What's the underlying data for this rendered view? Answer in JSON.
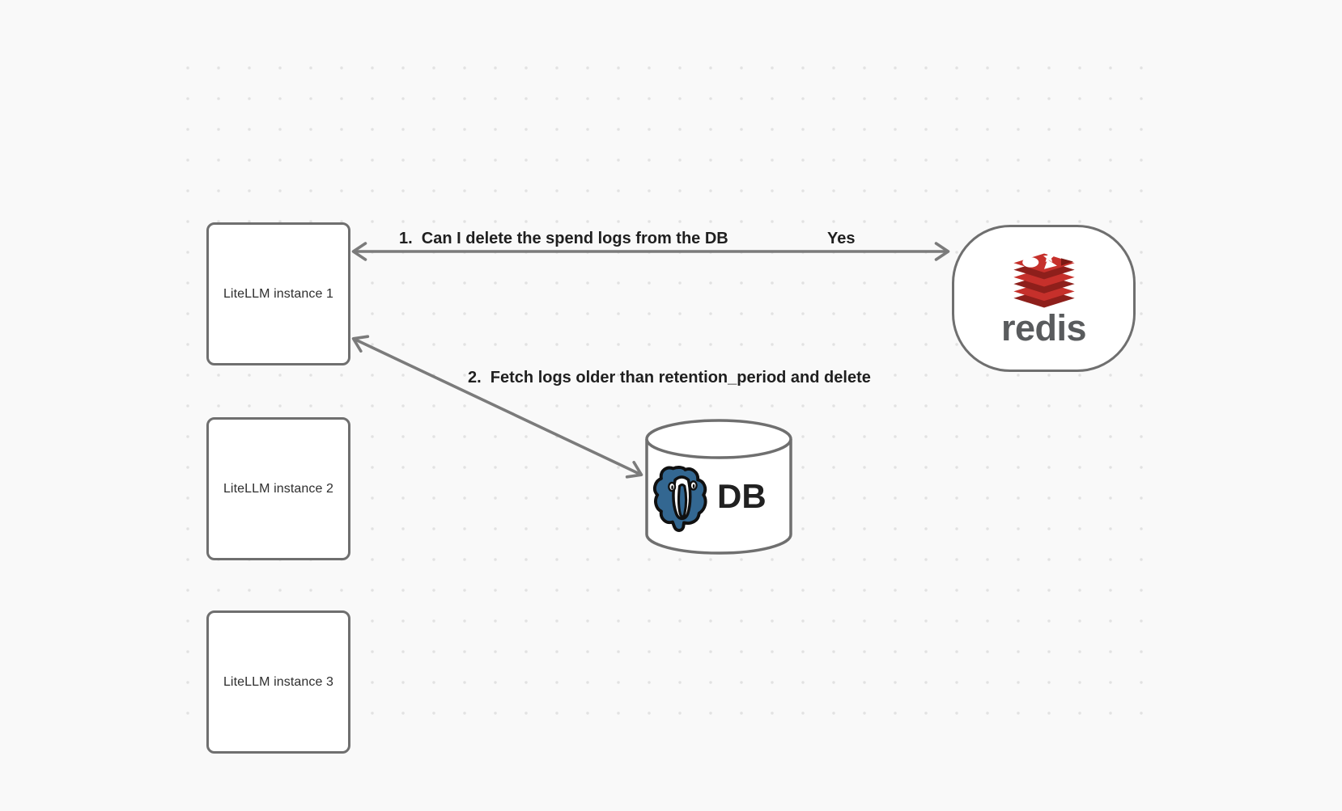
{
  "diagram": {
    "nodes": {
      "instance1": {
        "label": "LiteLLM instance 1"
      },
      "instance2": {
        "label": "LiteLLM instance 2"
      },
      "instance3": {
        "label": "LiteLLM instance 3"
      },
      "redis": {
        "wordmark": "redis"
      },
      "database": {
        "label": "DB"
      }
    },
    "edges": {
      "edge1": {
        "label": "1.  Can I delete the spend logs from the DB",
        "reply": "Yes",
        "from": "redis",
        "to": "instance1",
        "style": "double-headed-horizontal"
      },
      "edge2": {
        "label": "2.  Fetch logs older than retention_period and delete",
        "from": "instance1",
        "to": "database",
        "style": "double-headed-diagonal"
      }
    },
    "colors": {
      "background": "#f9f9f9",
      "grid_dot": "#e2e2e2",
      "node_border": "#6f6f6f",
      "arrow": "#7b7b7b",
      "edge_label_text": "#1f1f1f",
      "node_label_text": "#2e2e2e",
      "redis_red": "#C6302B",
      "redis_dark_red": "#8E1F1B",
      "redis_notch_red": "#7c1a14",
      "redis_wordmark_gray": "#595b5d",
      "postgres_blue": "#336791",
      "db_text": "#212121"
    }
  }
}
